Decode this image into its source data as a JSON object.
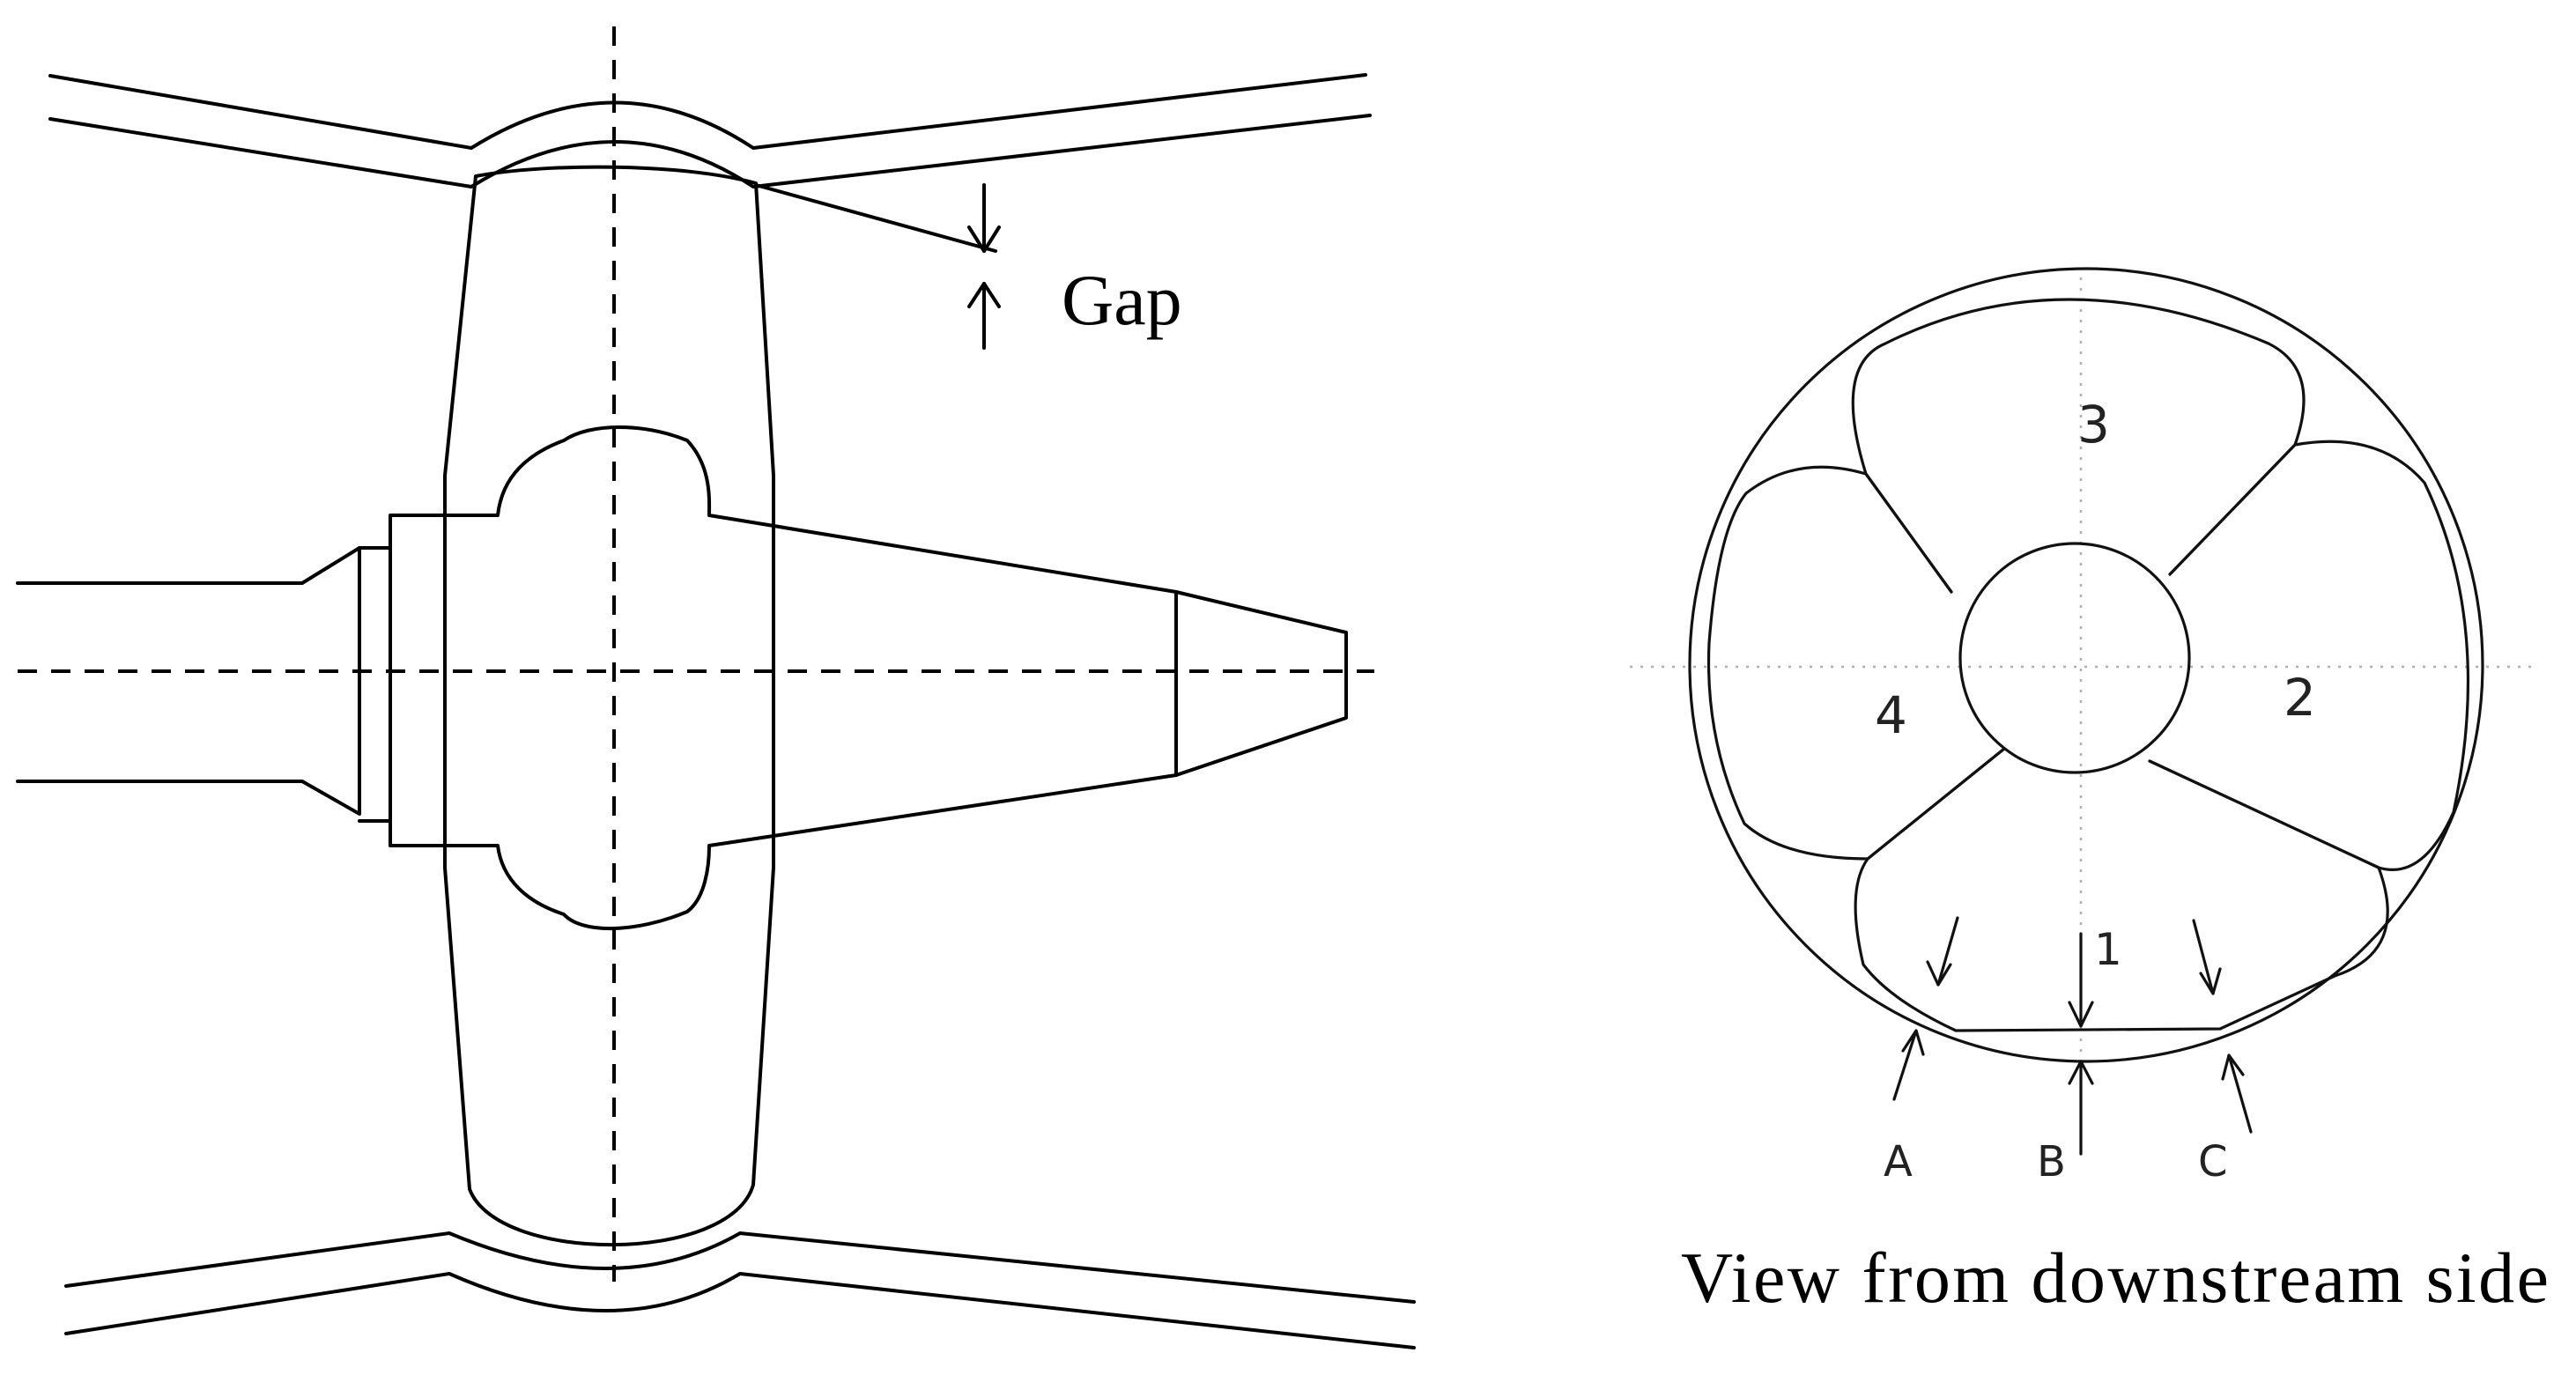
{
  "side_view": {
    "gap_label": "Gap"
  },
  "end_view": {
    "caption": "View from downstream side",
    "blade_numbers": [
      "1",
      "2",
      "3",
      "4"
    ],
    "position_labels": [
      "A",
      "B",
      "C"
    ]
  }
}
